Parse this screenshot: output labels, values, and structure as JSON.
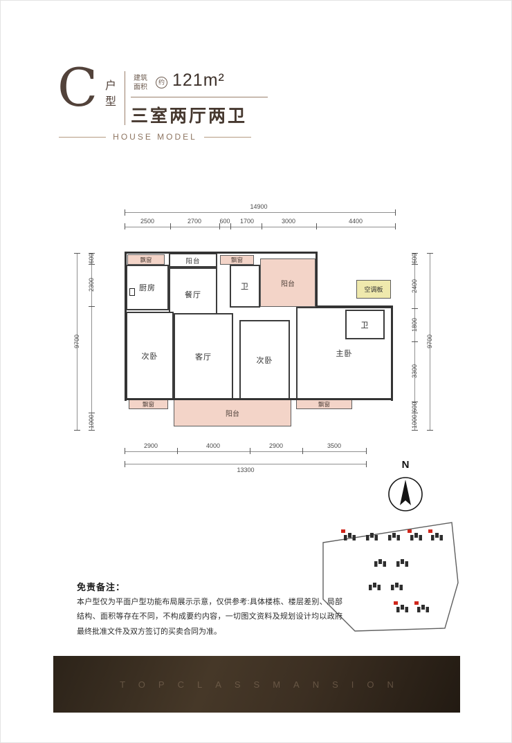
{
  "header": {
    "type_letter": "C",
    "type_label": "户型",
    "area_label": "建筑面积",
    "approx_badge": "约",
    "area_value": "121m²",
    "layout_title": "三室两厅两卫",
    "subtitle": "HOUSE MODEL"
  },
  "floorplan": {
    "rooms": {
      "kitchen": "厨房",
      "dining": "餐厅",
      "bath_top": "卫",
      "balcony_top_small": "阳台",
      "balcony_top_large": "阳台",
      "ac_panel": "空调板",
      "bath_right": "卫",
      "bedroom_left": "次卧",
      "living": "客厅",
      "bedroom_mid": "次卧",
      "master": "主卧",
      "balcony_bottom": "阳台",
      "bay_top_left": "飘窗",
      "bay_top_mid": "飘窗",
      "bay_bottom_left": "飘窗",
      "bay_bottom_right": "飘窗"
    },
    "dims": {
      "top_total": "14900",
      "top": [
        "2500",
        "2700",
        "600",
        "1700",
        "3000",
        "4400"
      ],
      "bottom": [
        "2900",
        "4000",
        "2900",
        "3500"
      ],
      "bottom_total": "13300",
      "left": [
        "600",
        "2300",
        "1000"
      ],
      "left_total": "9700",
      "right": [
        "600",
        "2400",
        "1800",
        "3300",
        "600",
        "1000"
      ],
      "right_total": "9700"
    },
    "north_label": "N"
  },
  "disclaimer": {
    "title": "免责备注：",
    "body": "本户型仅为平面户型功能布局展示示意，仅供参考:具体楼栋、楼层差别、局部结构、面积等存在不同，不构成要约内容，一切图文资料及规划设计均以政府最终批准文件及双方签订的买卖合同为准。"
  },
  "banner": {
    "text": "TOPCLASSMANSION"
  },
  "colors": {
    "accent_brown": "#8d7460",
    "dark_brown": "#46382f",
    "bay_fill": "#f3d4c8",
    "ac_fill": "#efe9ad",
    "marker_red": "#cf261b",
    "banner_bg": "#3c2f22"
  }
}
